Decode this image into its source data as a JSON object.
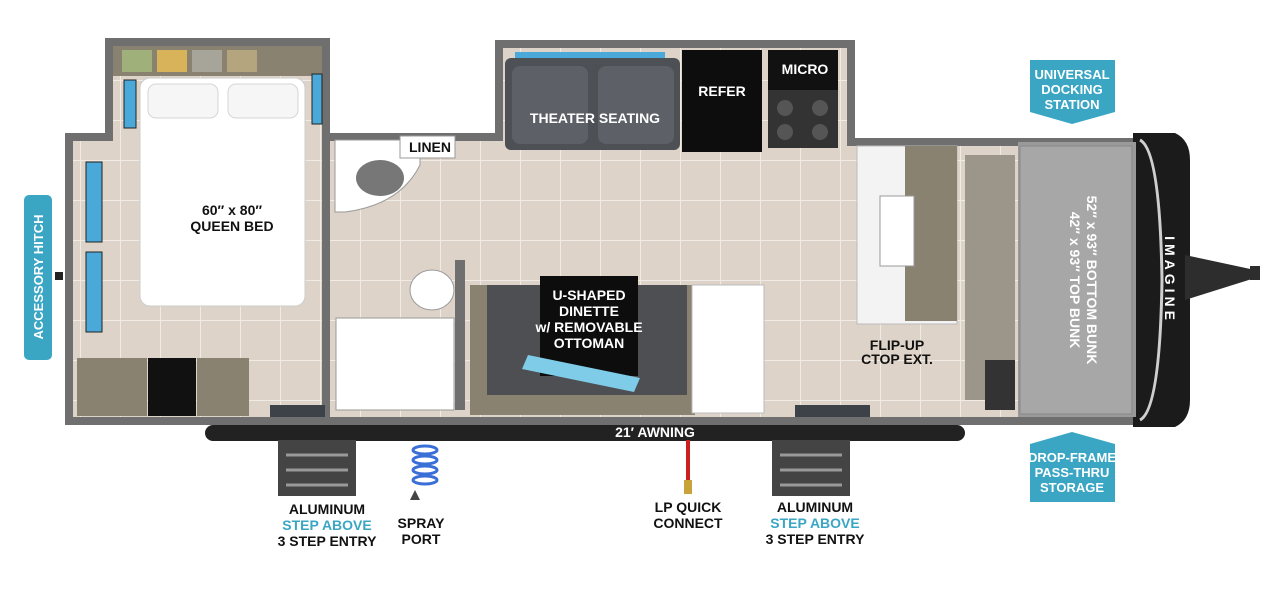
{
  "floorplan": {
    "brand_mark": "IMAGINE",
    "rooms": {
      "bed": [
        "60″ x 80″",
        "QUEEN BED"
      ],
      "linen": "LINEN",
      "theater": "THEATER SEATING",
      "refer": "REFER",
      "micro": "MICRO",
      "dinette": [
        "U-SHAPED",
        "DINETTE",
        "w/ REMOVABLE",
        "OTTOMAN"
      ],
      "flipup": [
        "FLIP-UP",
        "CTOP EXT."
      ],
      "bunk": [
        "42″ x 93″ TOP BUNK",
        "52″ x 93″ BOTTOM BUNK"
      ]
    },
    "awning": "21′ AWNING"
  },
  "callouts": {
    "accessory_hitch": "ACCESSORY HITCH",
    "docking": [
      "UNIVERSAL",
      "DOCKING",
      "STATION"
    ],
    "storage": [
      "DROP-FRAME",
      "PASS-THRU",
      "STORAGE"
    ]
  },
  "exterior": {
    "step_left": [
      "ALUMINUM",
      "STEP ABOVE",
      "3 STEP ENTRY"
    ],
    "spray": [
      "SPRAY",
      "PORT"
    ],
    "lp": [
      "LP QUICK",
      "CONNECT"
    ],
    "step_right": [
      "ALUMINUM",
      "STEP ABOVE",
      "3 STEP ENTRY"
    ]
  },
  "colors": {
    "callout": "#3aa6c4",
    "floor_tile": "#ddd3c8",
    "wall": "#7a7a7a",
    "cabinet": "#8a8270",
    "window": "#4aa9d8"
  }
}
